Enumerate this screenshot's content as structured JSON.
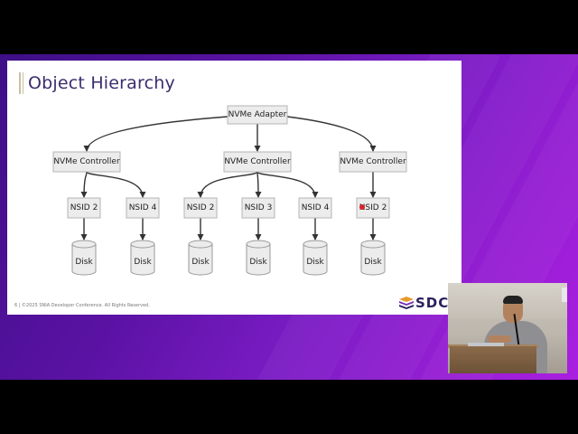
{
  "slide": {
    "title": "Object Hierarchy",
    "footer": "6 | ©2025 SNIA Developer Conference. All Rights Reserved.",
    "logo_text": "SDC"
  },
  "diagram": {
    "root": {
      "label": "NVMe Adapter"
    },
    "controllers": [
      {
        "label": "NVMe Controller",
        "namespaces": [
          {
            "label": "NSID 2",
            "disk": "Disk"
          },
          {
            "label": "NSID 4",
            "disk": "Disk"
          }
        ]
      },
      {
        "label": "NVMe Controller",
        "namespaces": [
          {
            "label": "NSID 2",
            "disk": "Disk"
          },
          {
            "label": "NSID 3",
            "disk": "Disk"
          },
          {
            "label": "NSID 4",
            "disk": "Disk"
          }
        ]
      },
      {
        "label": "NVMe Controller",
        "namespaces": [
          {
            "label": "NSID 2",
            "disk": "Disk"
          }
        ]
      }
    ]
  },
  "colors": {
    "title": "#3a2d6e",
    "node_fill": "#ececec",
    "node_stroke": "#b5b5b5",
    "edge": "#333333",
    "background_start": "#3d0f86",
    "background_end": "#a91fe0",
    "cursor_dot": "#d8232a"
  },
  "video": {
    "content": "speaker-at-lectern"
  }
}
